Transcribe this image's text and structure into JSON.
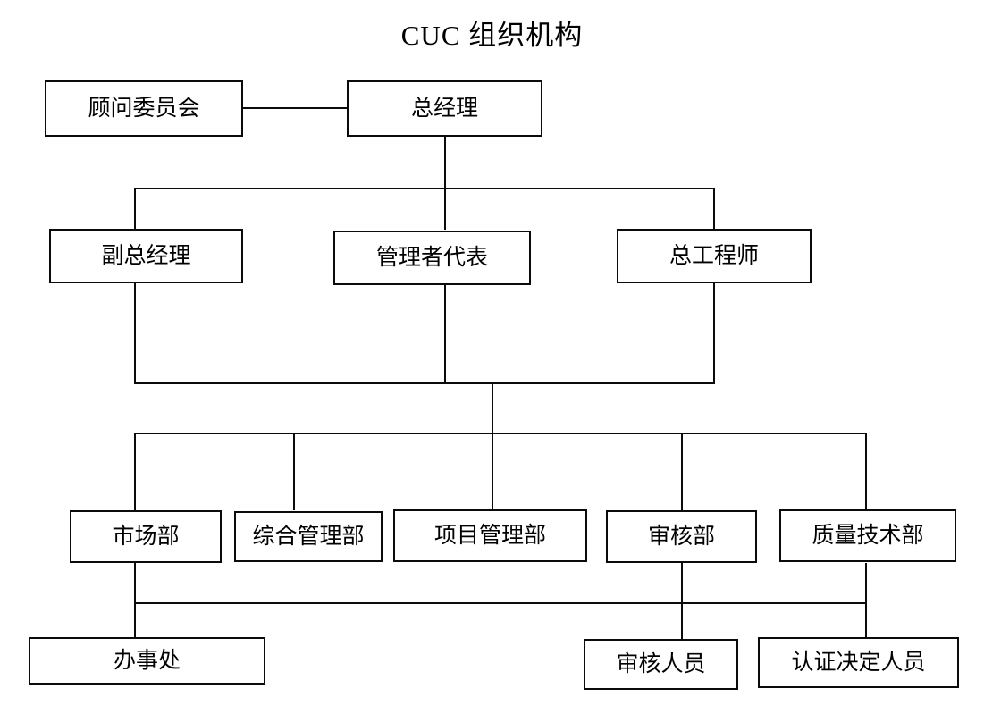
{
  "chart_data": {
    "type": "diagram",
    "diagram_type": "organization-chart",
    "title": "CUC 组织机构",
    "orientation": "top-down",
    "levels": [
      {
        "level": 1,
        "nodes": [
          "总经理"
        ],
        "staff_nodes": [
          "顾问委员会"
        ]
      },
      {
        "level": 2,
        "nodes": [
          "副总经理",
          "管理者代表",
          "总工程师"
        ]
      },
      {
        "level": 3,
        "nodes": [
          "市场部",
          "综合管理部",
          "项目管理部",
          "审核部",
          "质量技术部"
        ]
      },
      {
        "level": 4,
        "nodes": [
          "办事处",
          "审核人员",
          "认证决定人员"
        ]
      }
    ],
    "edges": [
      {
        "from": "总经理",
        "to": "顾问委员会",
        "style": "horizontal-staff-link"
      },
      {
        "from": "总经理",
        "to": "副总经理"
      },
      {
        "from": "总经理",
        "to": "管理者代表"
      },
      {
        "from": "总经理",
        "to": "总工程师"
      },
      {
        "from": "副总经理",
        "to": "department-bus"
      },
      {
        "from": "管理者代表",
        "to": "department-bus"
      },
      {
        "from": "总工程师",
        "to": "department-bus"
      },
      {
        "from": "department-bus",
        "to": "市场部"
      },
      {
        "from": "department-bus",
        "to": "综合管理部"
      },
      {
        "from": "department-bus",
        "to": "项目管理部"
      },
      {
        "from": "department-bus",
        "to": "审核部"
      },
      {
        "from": "department-bus",
        "to": "质量技术部"
      },
      {
        "from": "市场部",
        "to": "办事处"
      },
      {
        "from": "审核部",
        "to": "审核人员"
      },
      {
        "from": "质量技术部",
        "to": "认证决定人员"
      }
    ],
    "node_count": 12,
    "colors": {
      "line": "#0b0b0b",
      "box_fill": "#ffffff",
      "text": "#000000",
      "background": "#ffffff"
    }
  },
  "title": {
    "text": "CUC 组织机构"
  },
  "nodes": {
    "advisory_committee": "顾问委员会",
    "general_manager": "总经理",
    "deputy_general_manager": "副总经理",
    "management_representative": "管理者代表",
    "chief_engineer": "总工程师",
    "marketing_dept": "市场部",
    "general_admin_dept": "综合管理部",
    "project_management_dept": "项目管理部",
    "audit_dept": "审核部",
    "quality_tech_dept": "质量技术部",
    "branch_office": "办事处",
    "auditors": "审核人员",
    "certification_decision_staff": "认证决定人员"
  }
}
